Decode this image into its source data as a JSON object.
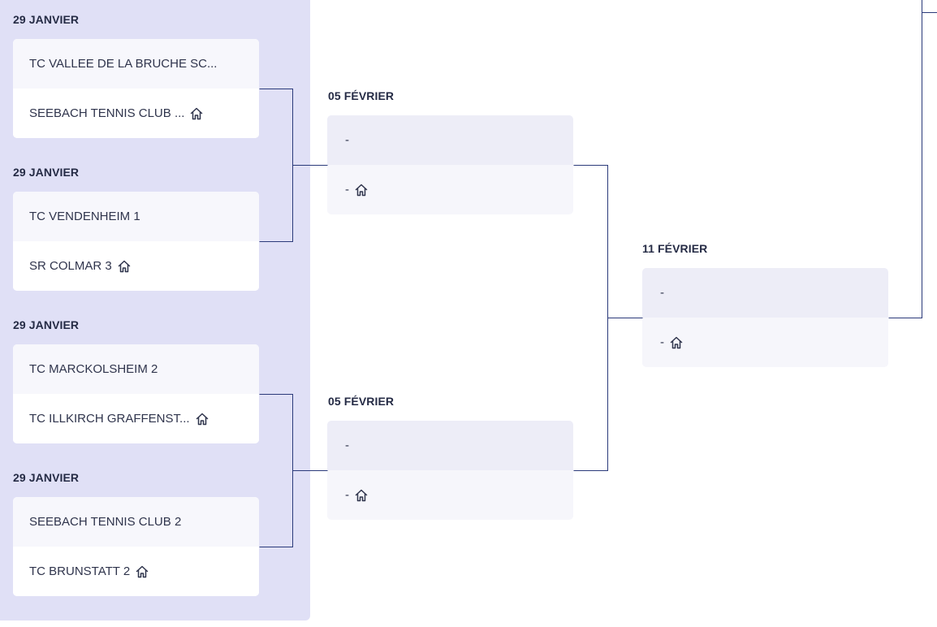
{
  "round1": [
    {
      "date": "29 JANVIER",
      "team_a": "TC VALLEE DE LA BRUCHE SC...",
      "team_b": "SEEBACH TENNIS CLUB ...",
      "home": "home-icon"
    },
    {
      "date": "29 JANVIER",
      "team_a": "TC VENDENHEIM 1",
      "team_b": "SR COLMAR 3",
      "home": "home-icon"
    },
    {
      "date": "29 JANVIER",
      "team_a": "TC MARCKOLSHEIM 2",
      "team_b": "TC ILLKIRCH GRAFFENST...",
      "home": "home-icon"
    },
    {
      "date": "29 JANVIER",
      "team_a": "SEEBACH TENNIS CLUB 2",
      "team_b": "TC BRUNSTATT 2",
      "home": "home-icon"
    }
  ],
  "round2": [
    {
      "date": "05 FÉVRIER",
      "team_a": "-",
      "team_b": "-",
      "home": "home-icon"
    },
    {
      "date": "05 FÉVRIER",
      "team_a": "-",
      "team_b": "-",
      "home": "home-icon"
    }
  ],
  "round3": [
    {
      "date": "11 FÉVRIER",
      "team_a": "-",
      "team_b": "-",
      "home": "home-icon"
    }
  ],
  "colors": {
    "round1_background": "#e0e0f6",
    "connector": "#2b3a7a",
    "text": "#2f344c"
  }
}
